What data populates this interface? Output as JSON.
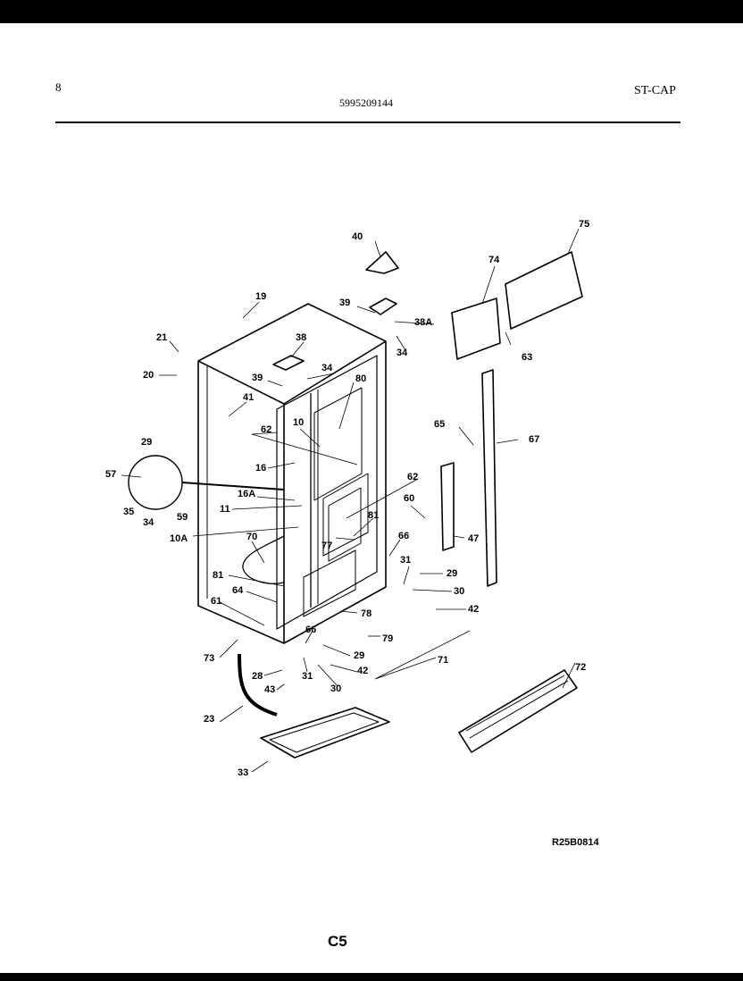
{
  "header": {
    "page_number": "8",
    "part_number": "5995209144",
    "model": "ST-CAP"
  },
  "footer": {
    "drawing_code": "R25B0814",
    "page_code": "C5"
  },
  "part_labels": {
    "p40": "40",
    "p75": "75",
    "p74": "74",
    "p19": "19",
    "p39a": "39",
    "p38A": "38A",
    "p34a": "34",
    "p38": "38",
    "p63": "63",
    "p21": "21",
    "p20": "20",
    "p39b": "39",
    "p34b": "34",
    "p80": "80",
    "p41": "41",
    "p10": "10",
    "p62a": "62",
    "p65": "65",
    "p67": "67",
    "p29a": "29",
    "p16": "16",
    "p62b": "62",
    "p57": "57",
    "p16A": "16A",
    "p60": "60",
    "p11": "11",
    "p81a": "81",
    "p35": "35",
    "p34c": "34",
    "p59": "59",
    "p10A": "10A",
    "p70": "70",
    "p77": "77",
    "p47": "47",
    "p66a": "66",
    "p31a": "31",
    "p29b": "29",
    "p81b": "81",
    "p64": "64",
    "p30a": "30",
    "p42a": "42",
    "p61": "61",
    "p78": "78",
    "p79": "79",
    "p66b": "66",
    "p29c": "29",
    "p73": "73",
    "p72": "72",
    "p28": "28",
    "p31b": "31",
    "p42b": "42",
    "p71": "71",
    "p43": "43",
    "p30b": "30",
    "p23": "23",
    "p33": "33"
  }
}
